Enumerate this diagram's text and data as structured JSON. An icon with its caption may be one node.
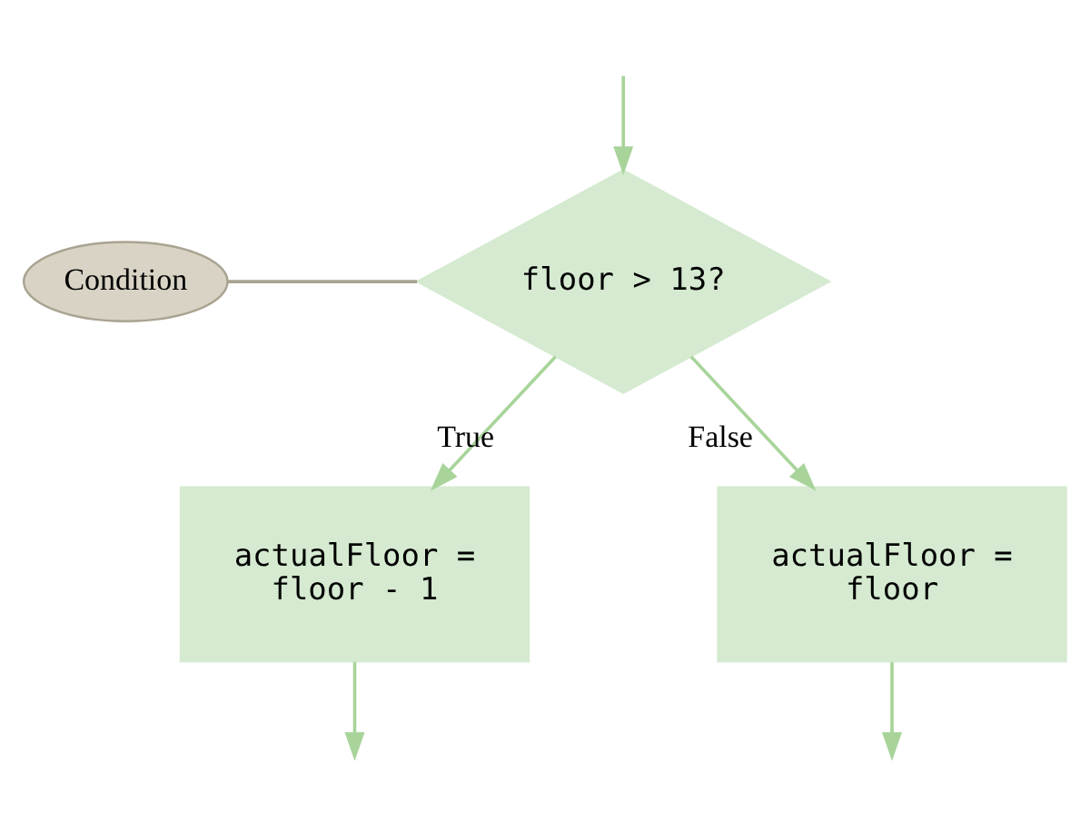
{
  "diagram": {
    "nodes": [
      {
        "text": [
          "Condition"
        ]
      },
      {
        "text": [
          "floor > 13?"
        ]
      },
      {
        "text": [
          "actualFloor = floor - 1"
        ]
      },
      {
        "text": [
          "actualFloor = floor"
        ]
      }
    ],
    "edges": [
      {
        "from": null,
        "to": 1,
        "arrow": "to"
      },
      {
        "from": 0,
        "to": 1,
        "arrow": "none"
      },
      {
        "from": 1,
        "to": 2,
        "arrow": "to",
        "label": "True"
      },
      {
        "from": 1,
        "to": 3,
        "arrow": "to",
        "label": "False"
      },
      {
        "from": 2,
        "to": null,
        "arrow": "to"
      },
      {
        "from": 3,
        "to": null,
        "arrow": "to"
      }
    ]
  }
}
